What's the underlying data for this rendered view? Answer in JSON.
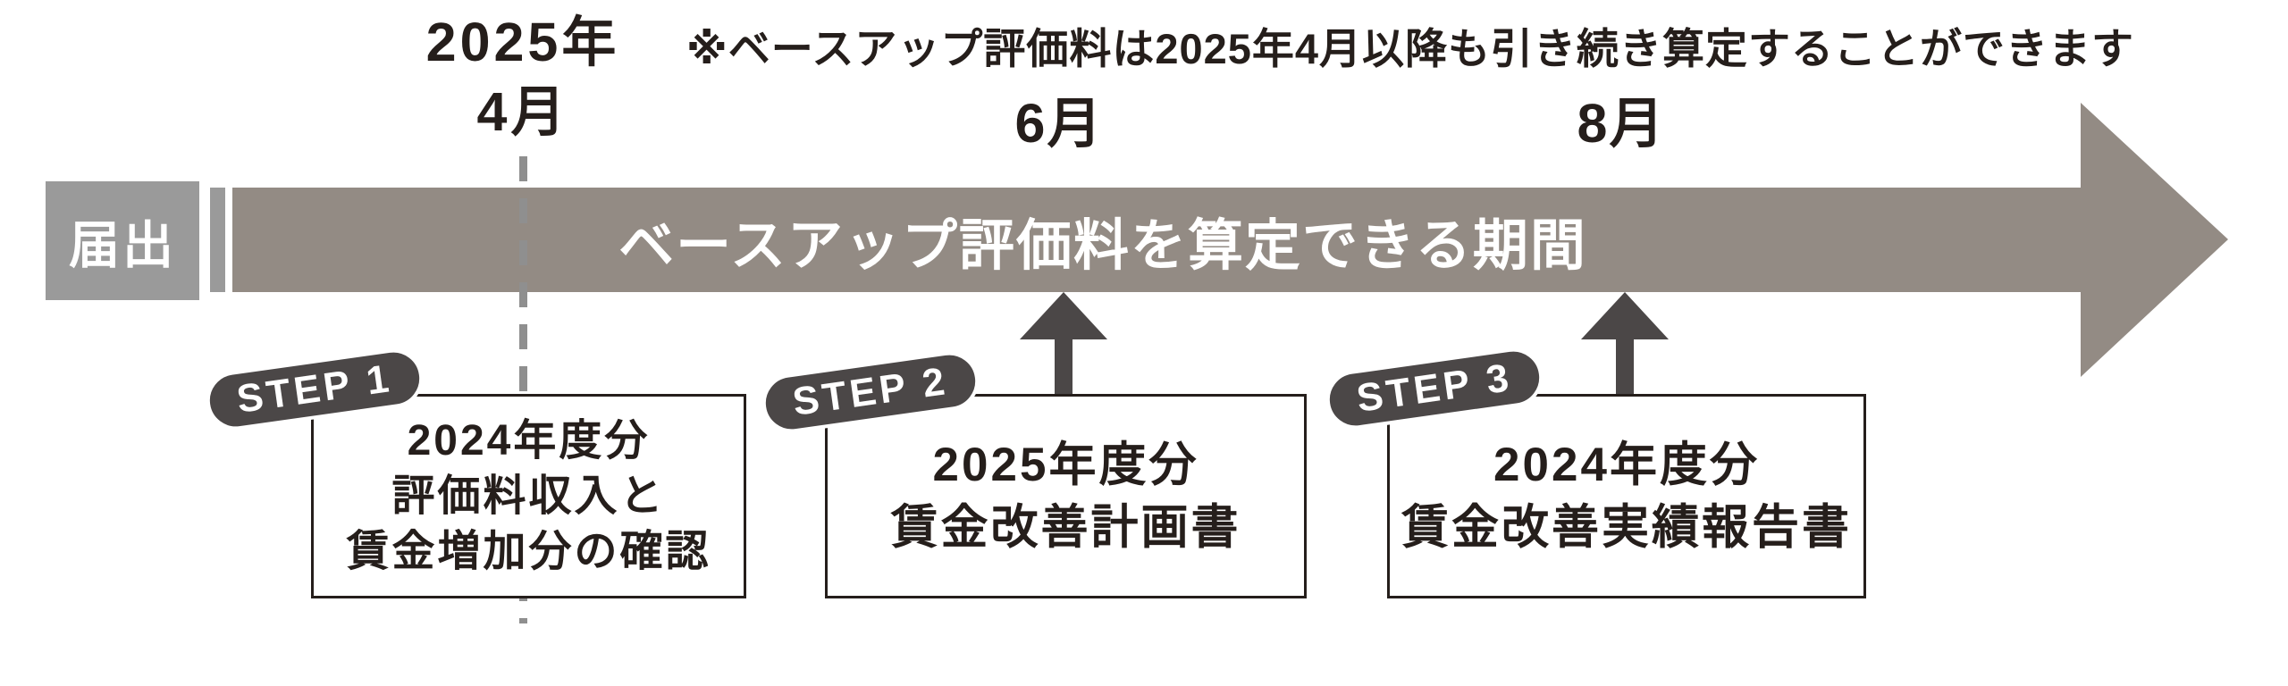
{
  "colors": {
    "bg": "#ffffff",
    "bar": "#938b84",
    "gray": "#9a9a9a",
    "dark": "#4b4747",
    "ink": "#251e1b",
    "dash": "#8f8f8f"
  },
  "header": {
    "note": "※ベースアップ評価料は2025年4月以降も引き続き算定することができます"
  },
  "timeline": {
    "notification_label": "届出",
    "period_label": "ベースアップ評価料を算定できる期間",
    "milestones": [
      {
        "year": "2025年",
        "month": "4月"
      },
      {
        "month": "6月"
      },
      {
        "month": "8月"
      }
    ]
  },
  "steps": [
    {
      "badge": "STEP 1",
      "lines": [
        "2024年度分",
        "評価料収入と",
        "賃金増加分の確認"
      ]
    },
    {
      "badge": "STEP 2",
      "lines": [
        "2025年度分",
        "賃金改善計画書"
      ]
    },
    {
      "badge": "STEP 3",
      "lines": [
        "2024年度分",
        "賃金改善実績報告書"
      ]
    }
  ]
}
